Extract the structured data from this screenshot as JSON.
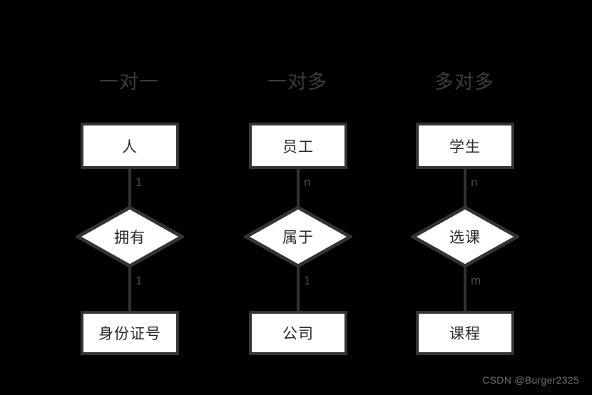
{
  "canvas": {
    "background": "#000000",
    "shape_fill": "#ffffff",
    "shape_stroke": "#333333",
    "heading_color": "#3b3b3b",
    "label_color": "#2b2b2b",
    "cardinality_color": "#4a4a4a",
    "watermark_color": "#6e6e6e"
  },
  "columns": [
    {
      "heading": "一对一",
      "entity_top": "人",
      "relationship": "拥有",
      "entity_bottom": "身份证号",
      "cardinality_upper": "1",
      "cardinality_lower": "1"
    },
    {
      "heading": "一对多",
      "entity_top": "员工",
      "relationship": "属于",
      "entity_bottom": "公司",
      "cardinality_upper": "n",
      "cardinality_lower": "1"
    },
    {
      "heading": "多对多",
      "entity_top": "学生",
      "relationship": "选课",
      "entity_bottom": "课程",
      "cardinality_upper": "n",
      "cardinality_lower": "m"
    }
  ],
  "watermark": "CSDN @Burger2325"
}
